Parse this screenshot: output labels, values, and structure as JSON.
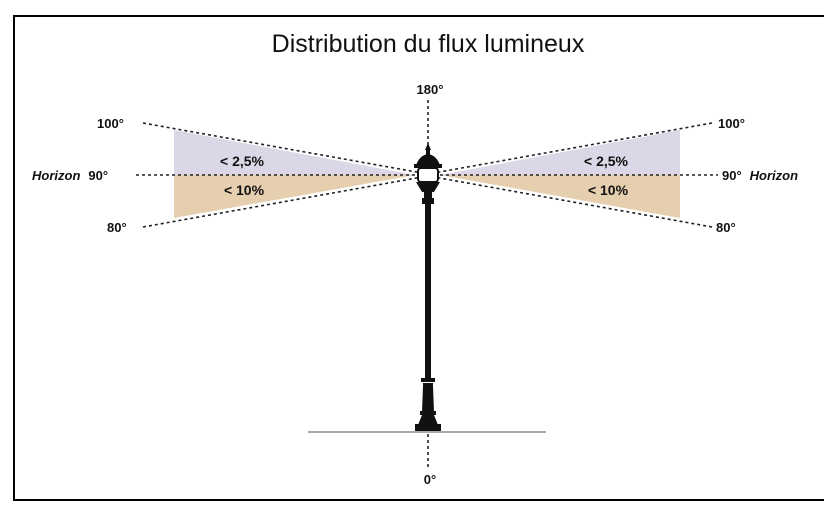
{
  "title": "Distribution du flux lumineux",
  "angles": {
    "top": "180°",
    "bottom": "0°",
    "upper_left": "100°",
    "upper_right": "100°",
    "lower_left": "80°",
    "lower_right": "80°",
    "horizon_left_angle": "90°",
    "horizon_right_angle": "90°",
    "horizon_word": "Horizon"
  },
  "zones": {
    "upper": "< 2,5%",
    "lower": "< 10%"
  },
  "colors": {
    "upper_zone": "#dcd7e6",
    "lower_zone": "#e6cfae",
    "lamp": "#111111"
  },
  "icons": [
    "street-lamp-icon"
  ]
}
